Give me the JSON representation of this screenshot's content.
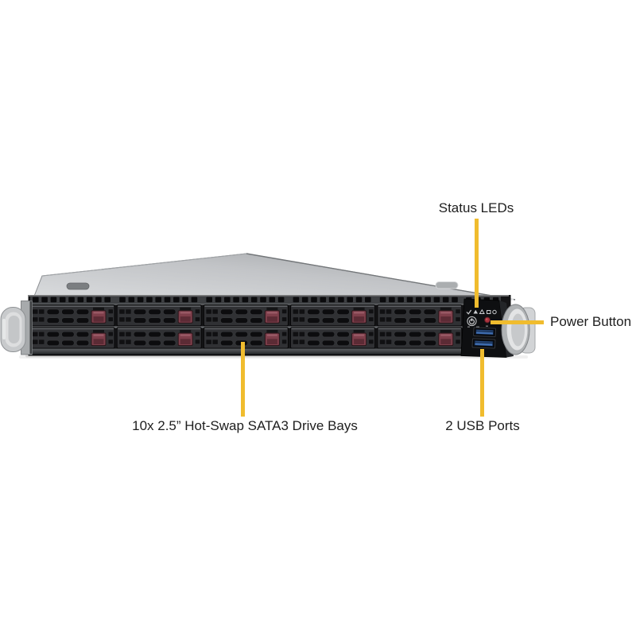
{
  "diagram": {
    "description": "Annotated front view of a 1U rackmount server",
    "device": {
      "name": "1U rackmount server - front view",
      "drive_rows": 2,
      "drive_columns": 5,
      "drive_bays_shown": 10,
      "usb_ports_shown": 2
    },
    "callouts": [
      {
        "id": "status-leds",
        "label": "Status LEDs",
        "target": "status-led-cluster"
      },
      {
        "id": "power-button",
        "label": "Power Button",
        "target": "power-button"
      },
      {
        "id": "drive-bays",
        "label": "10x 2.5” Hot-Swap SATA3 Drive Bays",
        "target": "drive-bays"
      },
      {
        "id": "usb-ports",
        "label": "2 USB Ports",
        "target": "usb-ports"
      }
    ],
    "colors": {
      "callout_line": "#F0BC2E",
      "label_text": "#1E1E1E",
      "chassis_dark": "#141416",
      "lid_light": "#D9DBDD",
      "lid_dark": "#A2A5A8",
      "drive_button": "#7F3F4B",
      "usb_blue": "#3E6CAE",
      "power_led_red": "#A8323C"
    }
  }
}
